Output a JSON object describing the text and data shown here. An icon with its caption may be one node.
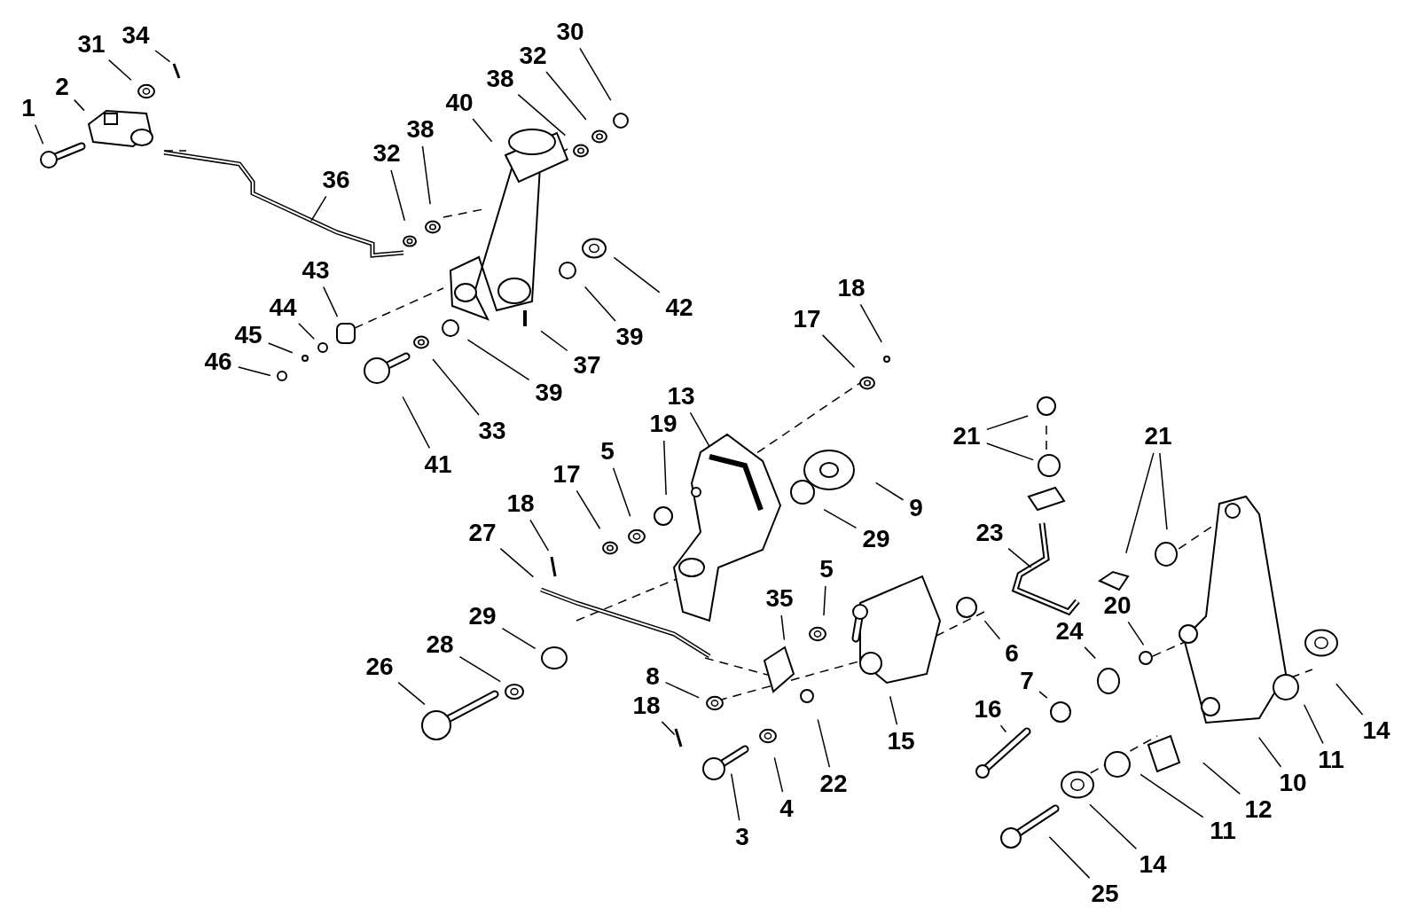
{
  "diagram": {
    "nodes": [
      {
        "text": [
          "1"
        ]
      },
      {
        "text": [
          "2"
        ]
      },
      {
        "text": [
          "34"
        ]
      },
      {
        "text": [
          "31"
        ]
      },
      {
        "text": [
          "36"
        ]
      },
      {
        "text": [
          "32"
        ]
      },
      {
        "text": [
          "38"
        ]
      },
      {
        "text": [
          "40"
        ]
      },
      {
        "text": [
          "38"
        ]
      },
      {
        "text": [
          "32"
        ]
      },
      {
        "text": [
          "30"
        ]
      },
      {
        "text": [
          "42"
        ]
      },
      {
        "text": [
          "39"
        ]
      },
      {
        "text": [
          "43"
        ]
      },
      {
        "text": [
          "44"
        ]
      },
      {
        "text": [
          "45"
        ]
      },
      {
        "text": [
          "46"
        ]
      },
      {
        "text": [
          "37"
        ]
      },
      {
        "text": [
          "39"
        ]
      },
      {
        "text": [
          "33"
        ]
      },
      {
        "text": [
          "41"
        ]
      },
      {
        "text": [
          "18"
        ]
      },
      {
        "text": [
          "17"
        ]
      },
      {
        "text": [
          "13"
        ]
      },
      {
        "text": [
          "19"
        ]
      },
      {
        "text": [
          "5"
        ]
      },
      {
        "text": [
          "17"
        ]
      },
      {
        "text": [
          "18"
        ]
      },
      {
        "text": [
          "27"
        ]
      },
      {
        "text": [
          "9"
        ]
      },
      {
        "text": [
          "29"
        ]
      },
      {
        "text": [
          "21"
        ]
      },
      {
        "text": [
          "21"
        ]
      },
      {
        "text": [
          "23"
        ]
      },
      {
        "text": [
          "29"
        ]
      },
      {
        "text": [
          "28"
        ]
      },
      {
        "text": [
          "26"
        ]
      },
      {
        "text": [
          "35"
        ]
      },
      {
        "text": [
          "5"
        ]
      },
      {
        "text": [
          "6"
        ]
      },
      {
        "text": [
          "15"
        ]
      },
      {
        "text": [
          "20"
        ]
      },
      {
        "text": [
          "24"
        ]
      },
      {
        "text": [
          "7"
        ]
      },
      {
        "text": [
          "16"
        ]
      },
      {
        "text": [
          "8"
        ]
      },
      {
        "text": [
          "18"
        ]
      },
      {
        "text": [
          "4"
        ]
      },
      {
        "text": [
          "3"
        ]
      },
      {
        "text": [
          "22"
        ]
      },
      {
        "text": [
          "12"
        ]
      },
      {
        "text": [
          "10"
        ]
      },
      {
        "text": [
          "11"
        ]
      },
      {
        "text": [
          "14"
        ]
      },
      {
        "text": [
          "11"
        ]
      },
      {
        "text": [
          "14"
        ]
      },
      {
        "text": [
          "25"
        ]
      }
    ],
    "edges": [
      {
        "from": 0,
        "to": null,
        "arrow": "none"
      },
      {
        "from": 1,
        "to": null,
        "arrow": "none"
      },
      {
        "from": 2,
        "to": null,
        "arrow": "none"
      },
      {
        "from": 3,
        "to": null,
        "arrow": "none"
      },
      {
        "from": 4,
        "to": null,
        "arrow": "none"
      },
      {
        "from": 5,
        "to": null,
        "arrow": "none"
      },
      {
        "from": 6,
        "to": null,
        "arrow": "none"
      },
      {
        "from": 7,
        "to": null,
        "arrow": "none"
      },
      {
        "from": 8,
        "to": null,
        "arrow": "none"
      },
      {
        "from": 9,
        "to": null,
        "arrow": "none"
      },
      {
        "from": 10,
        "to": null,
        "arrow": "none"
      },
      {
        "from": 11,
        "to": null,
        "arrow": "none"
      },
      {
        "from": 12,
        "to": null,
        "arrow": "none"
      },
      {
        "from": 13,
        "to": null,
        "arrow": "none"
      },
      {
        "from": 14,
        "to": null,
        "arrow": "none"
      },
      {
        "from": 15,
        "to": null,
        "arrow": "none"
      },
      {
        "from": 16,
        "to": null,
        "arrow": "none"
      },
      {
        "from": 17,
        "to": null,
        "arrow": "none"
      },
      {
        "from": 18,
        "to": null,
        "arrow": "none"
      },
      {
        "from": 19,
        "to": null,
        "arrow": "none"
      },
      {
        "from": 20,
        "to": null,
        "arrow": "none"
      },
      {
        "from": 21,
        "to": null,
        "arrow": "none"
      },
      {
        "from": 22,
        "to": null,
        "arrow": "none"
      },
      {
        "from": 23,
        "to": null,
        "arrow": "none"
      },
      {
        "from": 24,
        "to": null,
        "arrow": "none"
      },
      {
        "from": 25,
        "to": null,
        "arrow": "none"
      },
      {
        "from": 26,
        "to": null,
        "arrow": "none"
      },
      {
        "from": 27,
        "to": null,
        "arrow": "none"
      },
      {
        "from": 28,
        "to": null,
        "arrow": "none"
      },
      {
        "from": 29,
        "to": null,
        "arrow": "none"
      },
      {
        "from": 30,
        "to": null,
        "arrow": "none"
      },
      {
        "from": 31,
        "to": null,
        "arrow": "none"
      },
      {
        "from": 31,
        "to": null,
        "arrow": "none"
      },
      {
        "from": 32,
        "to": null,
        "arrow": "none"
      },
      {
        "from": 32,
        "to": null,
        "arrow": "none"
      },
      {
        "from": 33,
        "to": null,
        "arrow": "none"
      },
      {
        "from": 34,
        "to": null,
        "arrow": "none"
      },
      {
        "from": 35,
        "to": null,
        "arrow": "none"
      },
      {
        "from": 36,
        "to": null,
        "arrow": "none"
      },
      {
        "from": 37,
        "to": null,
        "arrow": "none"
      },
      {
        "from": 38,
        "to": null,
        "arrow": "none"
      },
      {
        "from": 39,
        "to": null,
        "arrow": "none"
      },
      {
        "from": 40,
        "to": null,
        "arrow": "none"
      },
      {
        "from": 41,
        "to": null,
        "arrow": "none"
      },
      {
        "from": 42,
        "to": null,
        "arrow": "none"
      },
      {
        "from": 43,
        "to": null,
        "arrow": "none"
      },
      {
        "from": 44,
        "to": null,
        "arrow": "none"
      },
      {
        "from": 45,
        "to": null,
        "arrow": "none"
      },
      {
        "from": 46,
        "to": null,
        "arrow": "none"
      },
      {
        "from": 47,
        "to": null,
        "arrow": "none"
      },
      {
        "from": 48,
        "to": null,
        "arrow": "none"
      },
      {
        "from": 49,
        "to": null,
        "arrow": "none"
      },
      {
        "from": 50,
        "to": null,
        "arrow": "none"
      },
      {
        "from": 51,
        "to": null,
        "arrow": "none"
      },
      {
        "from": 52,
        "to": null,
        "arrow": "none"
      },
      {
        "from": 53,
        "to": null,
        "arrow": "none"
      },
      {
        "from": 54,
        "to": null,
        "arrow": "none"
      },
      {
        "from": 55,
        "to": null,
        "arrow": "none"
      },
      {
        "from": 56,
        "to": null,
        "arrow": "none"
      }
    ]
  }
}
